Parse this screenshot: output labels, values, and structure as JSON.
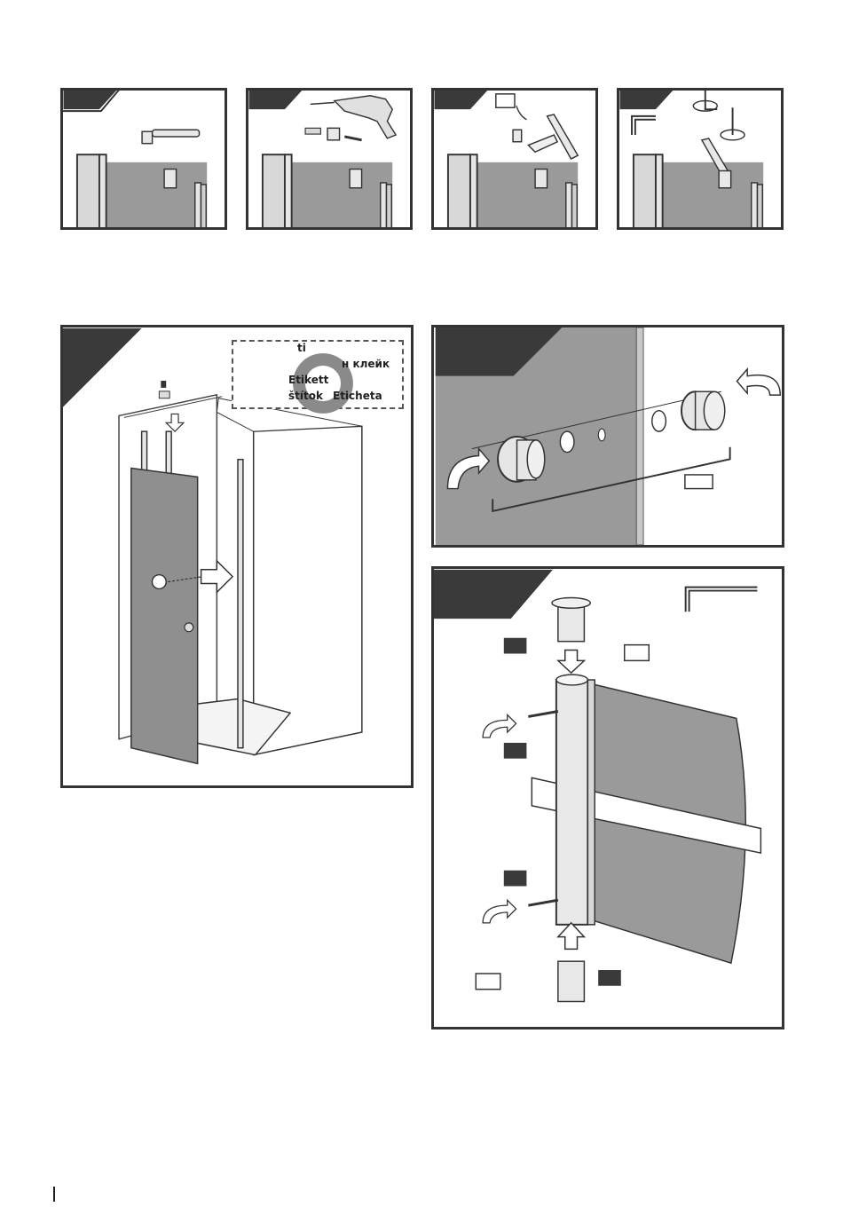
{
  "sticker": {
    "line1": "ti",
    "line2": "н клейк",
    "line3": "Etikett",
    "line4": "štítok",
    "line5": "Eticheta"
  }
}
